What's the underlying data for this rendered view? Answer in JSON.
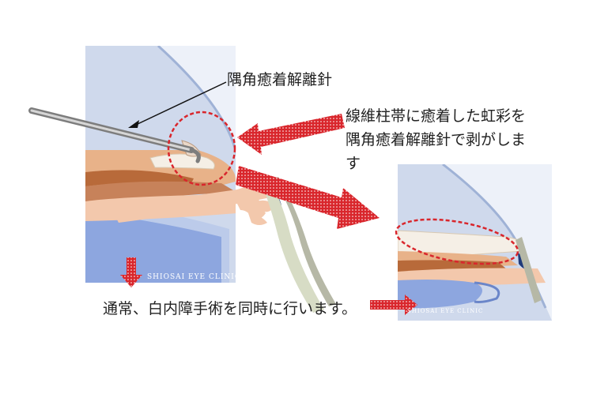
{
  "diagram": {
    "label_needle": "隅角癒着解離針",
    "desc_lines": [
      "線維柱帯に癒着した虹彩を",
      "隅角癒着解離針で剥がしま",
      "す"
    ],
    "note": "通常、白内障手術を同時に行います。",
    "clinic_left": "SHIOSAI EYE CLINIC",
    "clinic_right": "SHIOSAI EYE CLINIC"
  },
  "colors": {
    "arrow_red": "#d9262c",
    "cornea_blue": "#cfd9ec",
    "iris_tan": "#e8b289",
    "iris_brown": "#b86a3a",
    "lens_blue": "#8da6df",
    "skin_pink": "#f3c8ac"
  }
}
